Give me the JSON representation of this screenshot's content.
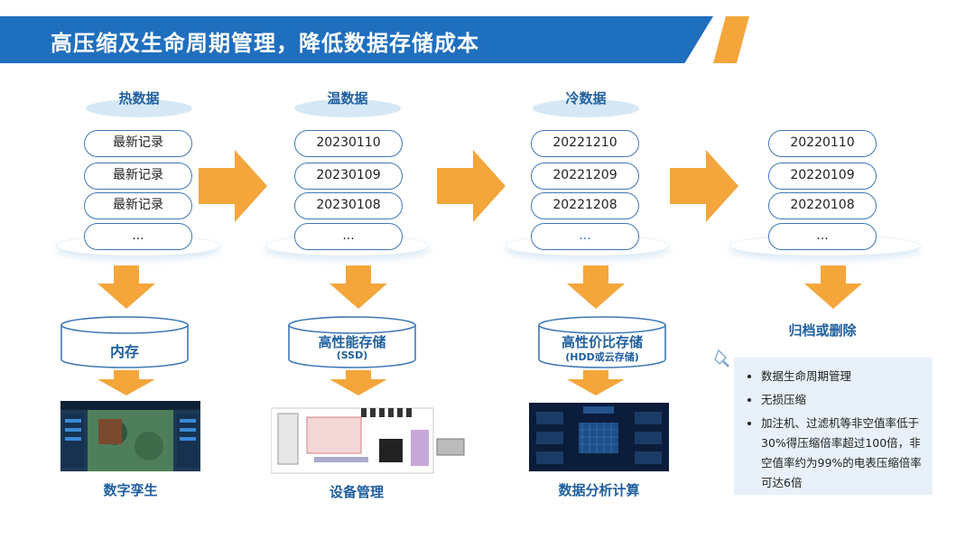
{
  "title": "高压缩及生命周期管理，降低数据存储成本",
  "tiers": [
    {
      "label": "热数据",
      "rows": [
        "最新记录",
        "最新记录",
        "最新记录",
        "..."
      ]
    },
    {
      "label": "温数据",
      "rows": [
        "20230110",
        "20230109",
        "20230108",
        "..."
      ]
    },
    {
      "label": "冷数据",
      "rows": [
        "20221210",
        "20221209",
        "20221208",
        "..."
      ]
    },
    {
      "label": "",
      "rows": [
        "20220110",
        "20220109",
        "20220108",
        "..."
      ]
    }
  ],
  "storage": [
    {
      "name": "内存",
      "sub": ""
    },
    {
      "name": "高性能存储",
      "sub": "(SSD)"
    },
    {
      "name": "高性价比存储",
      "sub": "(HDD或云存储)"
    },
    {
      "name": "归档或删除",
      "sub": ""
    }
  ],
  "captions": [
    "数字孪生",
    "设备管理",
    "数据分析计算"
  ],
  "notes": [
    "数据生命周期管理",
    "无损压缩",
    "加注机、过滤机等非空值率低于30%得压缩倍率超过100倍，非空值率约为99%的电表压缩倍率可达6倍"
  ],
  "colors": {
    "brand_blue": "#1f6fbf",
    "accent_orange": "#f4a63b",
    "pill_border": "#3f78b5",
    "label_blue": "#1f5f9f",
    "note_bg": "#e8f1f9"
  },
  "icons": [
    "right-arrow-icon",
    "down-arrow-icon",
    "pin-icon"
  ]
}
